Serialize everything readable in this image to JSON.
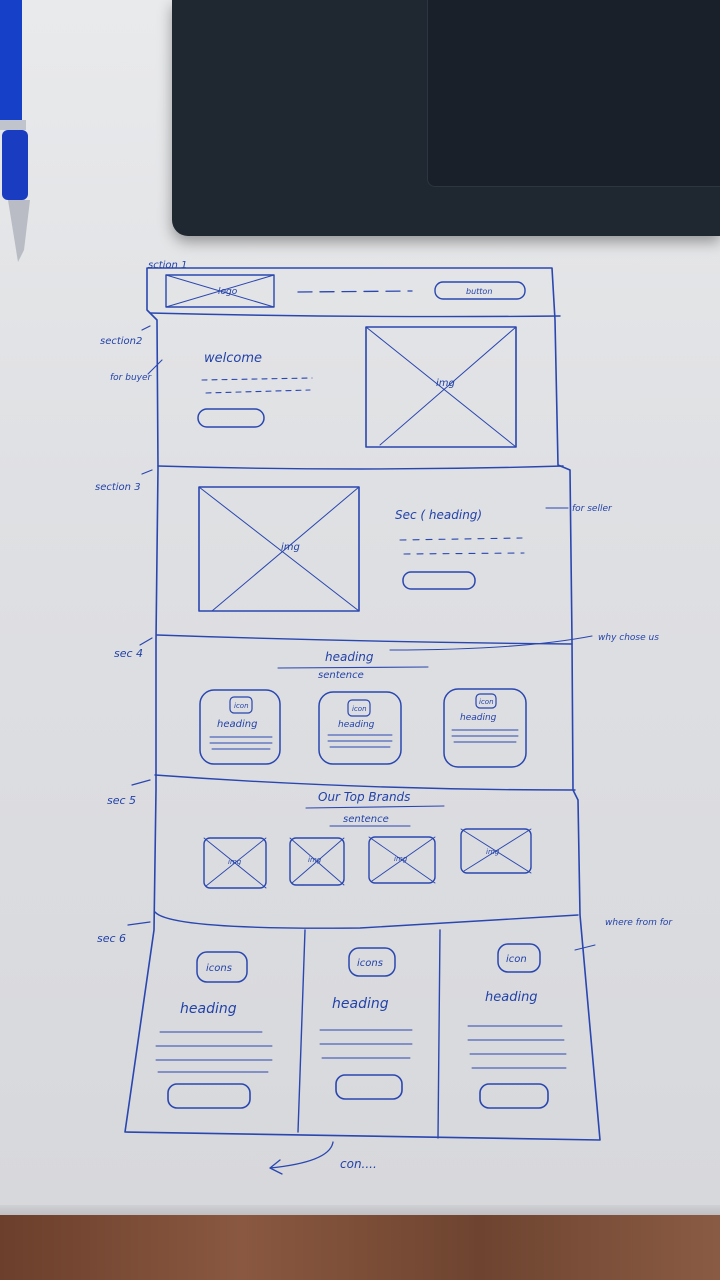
{
  "sketch": {
    "section_labels": [
      "sction 1",
      "section2",
      "section 3",
      "sec 4",
      "sec 5",
      "sec 6"
    ],
    "section1": {
      "logo": "logo",
      "button": "button"
    },
    "section2": {
      "side_note": "for buyer",
      "welcome": "welcome",
      "image": "img"
    },
    "section3": {
      "side_note": "for seller",
      "image": "img",
      "heading": "Sec ( heading)"
    },
    "section4": {
      "side_note": "why chose us",
      "heading": "heading",
      "sentence": "sentence",
      "cards": [
        {
          "icon": "icon",
          "heading": "heading"
        },
        {
          "icon": "icon",
          "heading": "heading"
        },
        {
          "icon": "icon",
          "heading": "heading"
        }
      ]
    },
    "section5": {
      "heading": "Our Top Brands",
      "sentence": "sentence",
      "brand_images": [
        "img",
        "img",
        "img",
        "img"
      ]
    },
    "section6": {
      "side_note": "where from for",
      "columns": [
        {
          "icon": "icons",
          "heading": "heading"
        },
        {
          "icon": "icons",
          "heading": "heading"
        },
        {
          "icon": "icon",
          "heading": "heading"
        }
      ]
    },
    "continue_note": "con...."
  },
  "colors": {
    "ink": "#2342a8",
    "paper": "#e4e5e8",
    "laptop": "#1f2731",
    "pen": "#1740c8"
  }
}
